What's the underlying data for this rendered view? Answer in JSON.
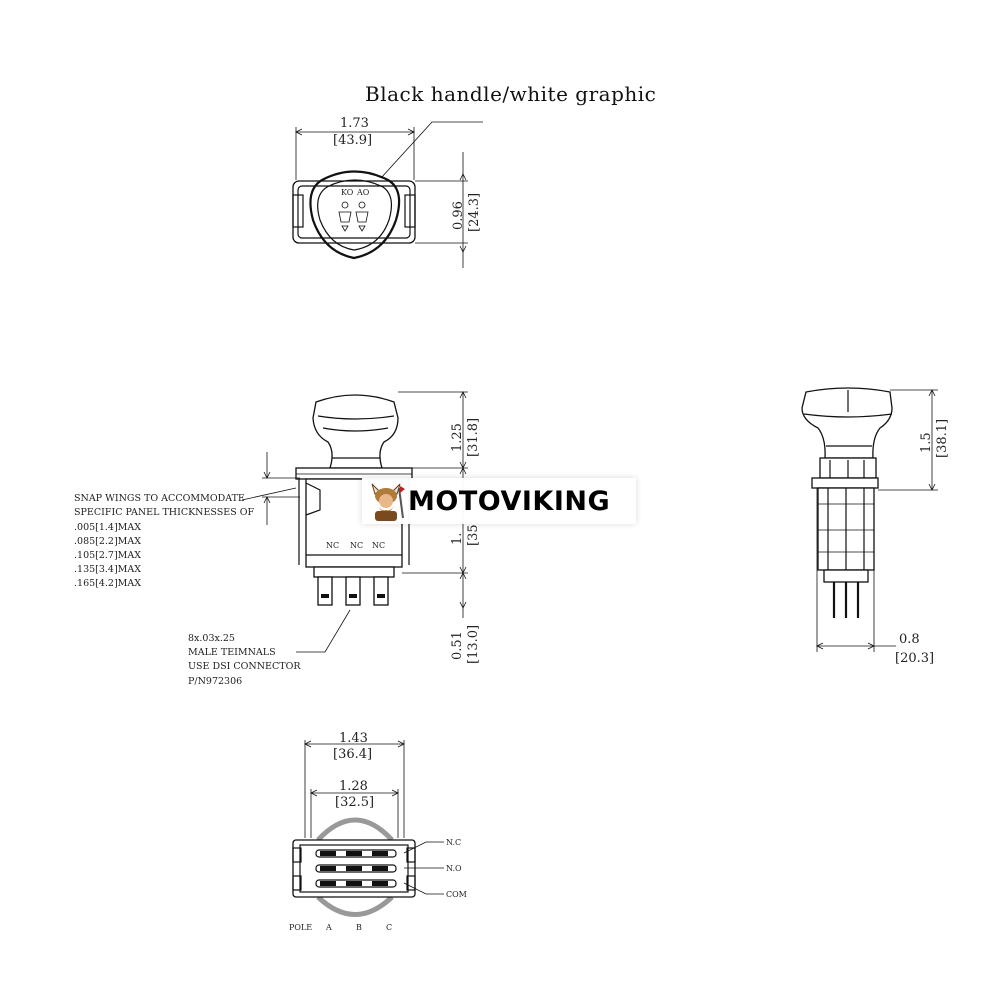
{
  "title": "Black handle/white graphic",
  "top_view": {
    "width_in": "1.73",
    "width_mm": "[43.9]",
    "height_in": "0.96",
    "height_mm": "[24.3]",
    "icon_labels": [
      "KO",
      "AO"
    ]
  },
  "front_view": {
    "handle_height_in": "1.25",
    "handle_height_mm": "[31.8]",
    "body_height_in": "1.",
    "body_height_mm": "[35.",
    "terminal_height_in": "0.51",
    "terminal_height_mm": "[13.0]",
    "contact_labels": [
      "NC",
      "NC",
      "NC"
    ],
    "snap_note": [
      "SNAP WINGS TO ACCOMMODATE",
      "SPECIFIC PANEL THICKNESSES OF",
      ".005[1.4]MAX",
      ".085[2.2]MAX",
      ".105[2.7]MAX",
      ".135[3.4]MAX",
      ".165[4.2]MAX"
    ],
    "terminal_note": [
      "8x.03x.25",
      "MALE TEIMNALS",
      "USE DSI CONNECTOR",
      "P/N972306"
    ]
  },
  "side_view": {
    "height_in": "1.5",
    "height_mm": "[38.1]",
    "depth_in": "0.8",
    "depth_mm": "[20.3]"
  },
  "bottom_view": {
    "outer_width_in": "1.43",
    "outer_width_mm": "[36.4]",
    "inner_width_in": "1.28",
    "inner_width_mm": "[32.5]",
    "row_labels": [
      "N.C",
      "N.O",
      "COM"
    ],
    "pole_labels": [
      "POLE",
      "A",
      "B",
      "C"
    ]
  },
  "watermark": {
    "brand": "MOTOVIKING"
  }
}
